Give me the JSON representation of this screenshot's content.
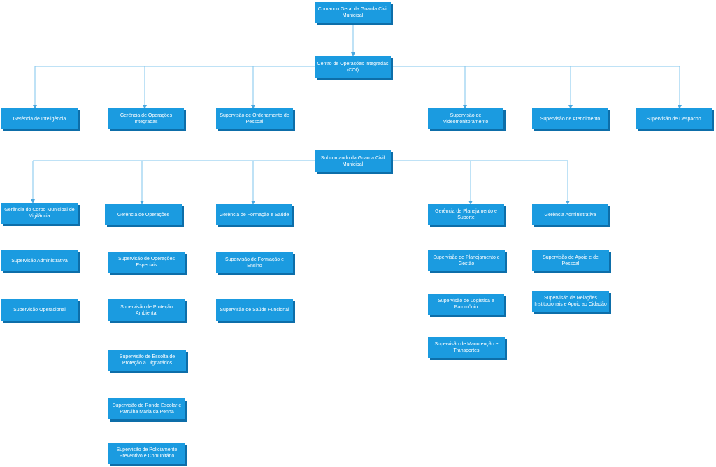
{
  "nodes": {
    "comando_geral": "Comando Geral da Guarda Civil Municipal",
    "coi": "Centro de Operações Integradas (COI)",
    "ger_inteligencia": "Gerência de Inteligência",
    "ger_operacoes_integradas": "Gerência de Operações Integradas",
    "sup_ordenamento_pessoal": "Supervisão de Ordenamento de Pessoal",
    "sup_videomonitoramento": "Supervisão de Videomonitoramento",
    "sup_atendimento": "Supervisão de Atendimento",
    "sup_despacho": "Supervisão de Despacho",
    "subcomando": "Subcomando da Guarda Civil Municipal",
    "ger_corpo_vigilancia": "Gerência do Corpo Municipal de Vigilância",
    "sup_administrativa": "Supervisão Administrativa",
    "sup_operacional": "Supervisão Operacional",
    "ger_operacoes": "Gerência de Operações",
    "sup_operacoes_especiais": "Supervisão de Operações Especiais",
    "sup_protecao_ambiental": "Supervisão de Proteção Ambiental",
    "sup_escolta_dignitarios": "Supervisão de Escolta de Proteção a Dignatários",
    "sup_ronda_escolar": "Supervisão de Ronda Escolar e Patrulha Maria da Penha",
    "sup_policiamento_preventivo": "Supervisão de Policiamento Preventivo e Comunitário",
    "ger_formacao_saude": "Gerência de Formação e Saúde",
    "sup_formacao_ensino": "Supervisão de Formação e Ensino",
    "sup_saude_funcional": "Supervisão de Saúde Funcional",
    "ger_planejamento_suporte": "Gerência de Planejamento e Suporte",
    "sup_planejamento_gestao": "Supervisão de Planejamento e Gestão",
    "sup_logistica_patrimonio": "Supervisão de Logística e Patrimônio",
    "sup_manutencao_transportes": "Supervisão de Manutenção e Transportes",
    "ger_administrativa": "Gerência Administrativa",
    "sup_apoio_pessoal": "Supervisão de Apoio e de Pessoal",
    "sup_relacoes_institucionais": "Supervisão de Relações Institucionais e Apoio ao Cidadão"
  },
  "colors": {
    "box_fill": "#1b9be0",
    "box_shadow": "#0d6ea9",
    "connector": "#7fc6ee",
    "text": "#ffffff"
  }
}
